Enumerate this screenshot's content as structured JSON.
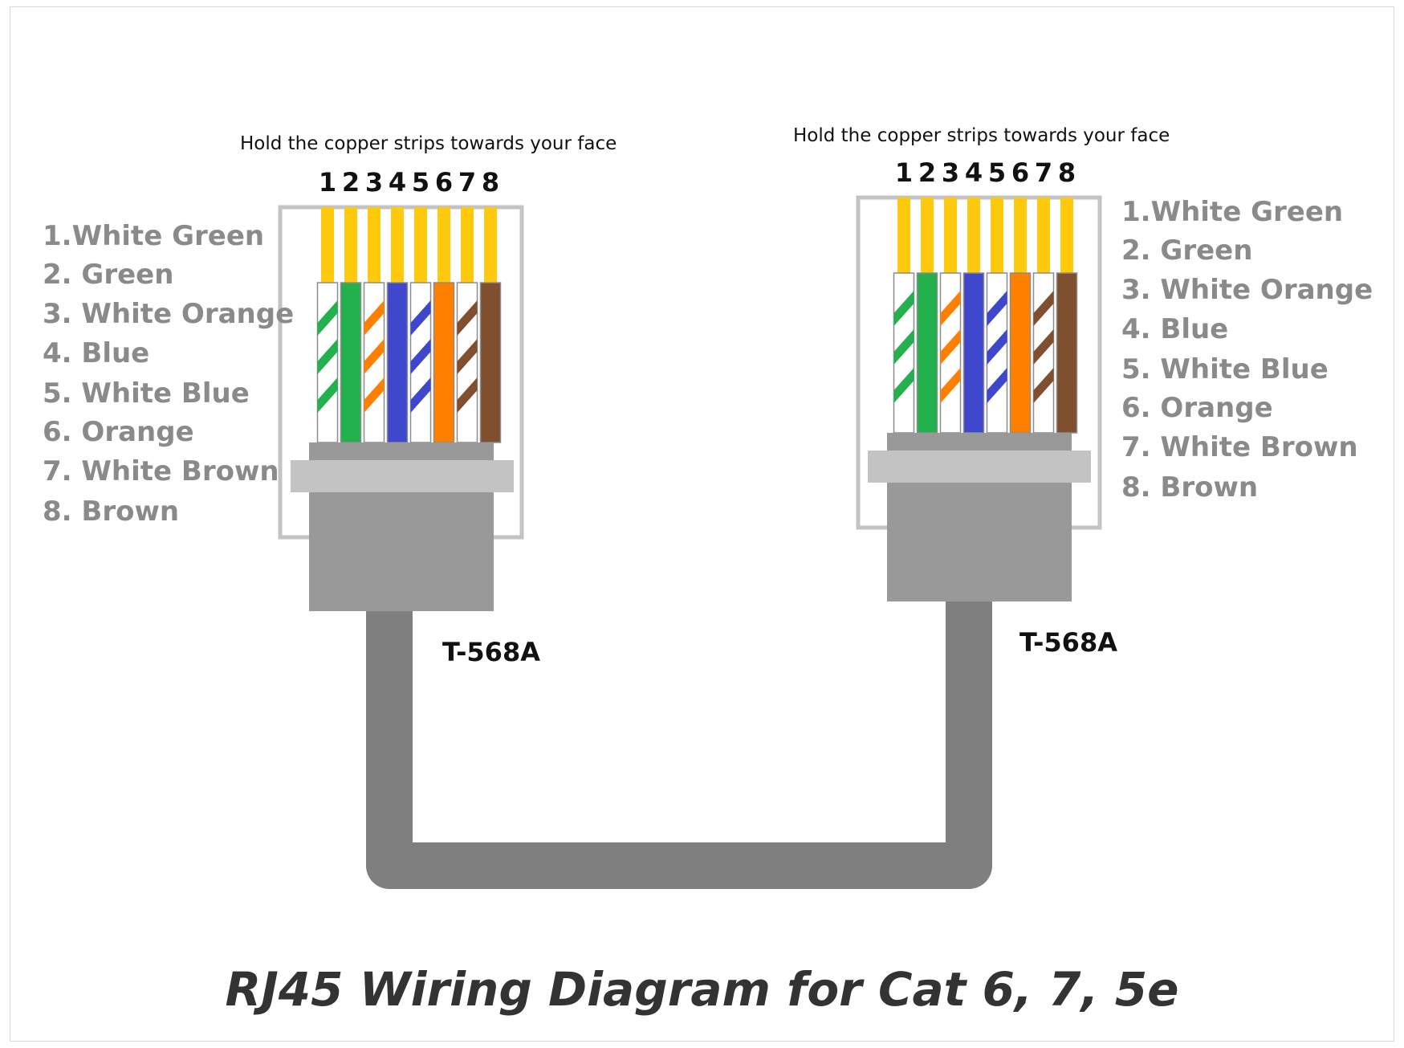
{
  "title": "RJ45 Wiring Diagram for Cat 6, 7, 5e",
  "colors": {
    "white": "#ffffff",
    "green": "#22b14c",
    "orange": "#ff7f00",
    "blue": "#3f48cc",
    "brown": "#7f4f30",
    "copper": "#ffc90e",
    "cable": "#7f7f7f",
    "boot": "#999999",
    "housing": "#c3c3c3",
    "legend_text": "#8a8a8a"
  },
  "left_connector": {
    "instruction": "Hold the copper strips towards your face",
    "pins": [
      "1",
      "2",
      "3",
      "4",
      "5",
      "6",
      "7",
      "8"
    ],
    "standard": "T-568A",
    "wires": [
      {
        "label": "1.White Green",
        "color": "green",
        "striped": true
      },
      {
        "label": "2. Green",
        "color": "green",
        "striped": false
      },
      {
        "label": "3. White Orange",
        "color": "orange",
        "striped": true
      },
      {
        "label": "4. Blue",
        "color": "blue",
        "striped": false
      },
      {
        "label": "5. White Blue",
        "color": "blue",
        "striped": true
      },
      {
        "label": "6. Orange",
        "color": "orange",
        "striped": false
      },
      {
        "label": "7.  White Brown",
        "color": "brown",
        "striped": true
      },
      {
        "label": "8. Brown",
        "color": "brown",
        "striped": false
      }
    ]
  },
  "right_connector": {
    "instruction": "Hold the copper strips towards your face",
    "pins": [
      "1",
      "2",
      "3",
      "4",
      "5",
      "6",
      "7",
      "8"
    ],
    "standard": "T-568A",
    "wires": [
      {
        "label": "1.White Green",
        "color": "green",
        "striped": true
      },
      {
        "label": "2. Green",
        "color": "green",
        "striped": false
      },
      {
        "label": "3. White Orange",
        "color": "orange",
        "striped": true
      },
      {
        "label": "4. Blue",
        "color": "blue",
        "striped": false
      },
      {
        "label": "5. White Blue",
        "color": "blue",
        "striped": true
      },
      {
        "label": "6. Orange",
        "color": "orange",
        "striped": false
      },
      {
        "label": "7.  White Brown",
        "color": "brown",
        "striped": true
      },
      {
        "label": "8. Brown",
        "color": "brown",
        "striped": false
      }
    ]
  }
}
